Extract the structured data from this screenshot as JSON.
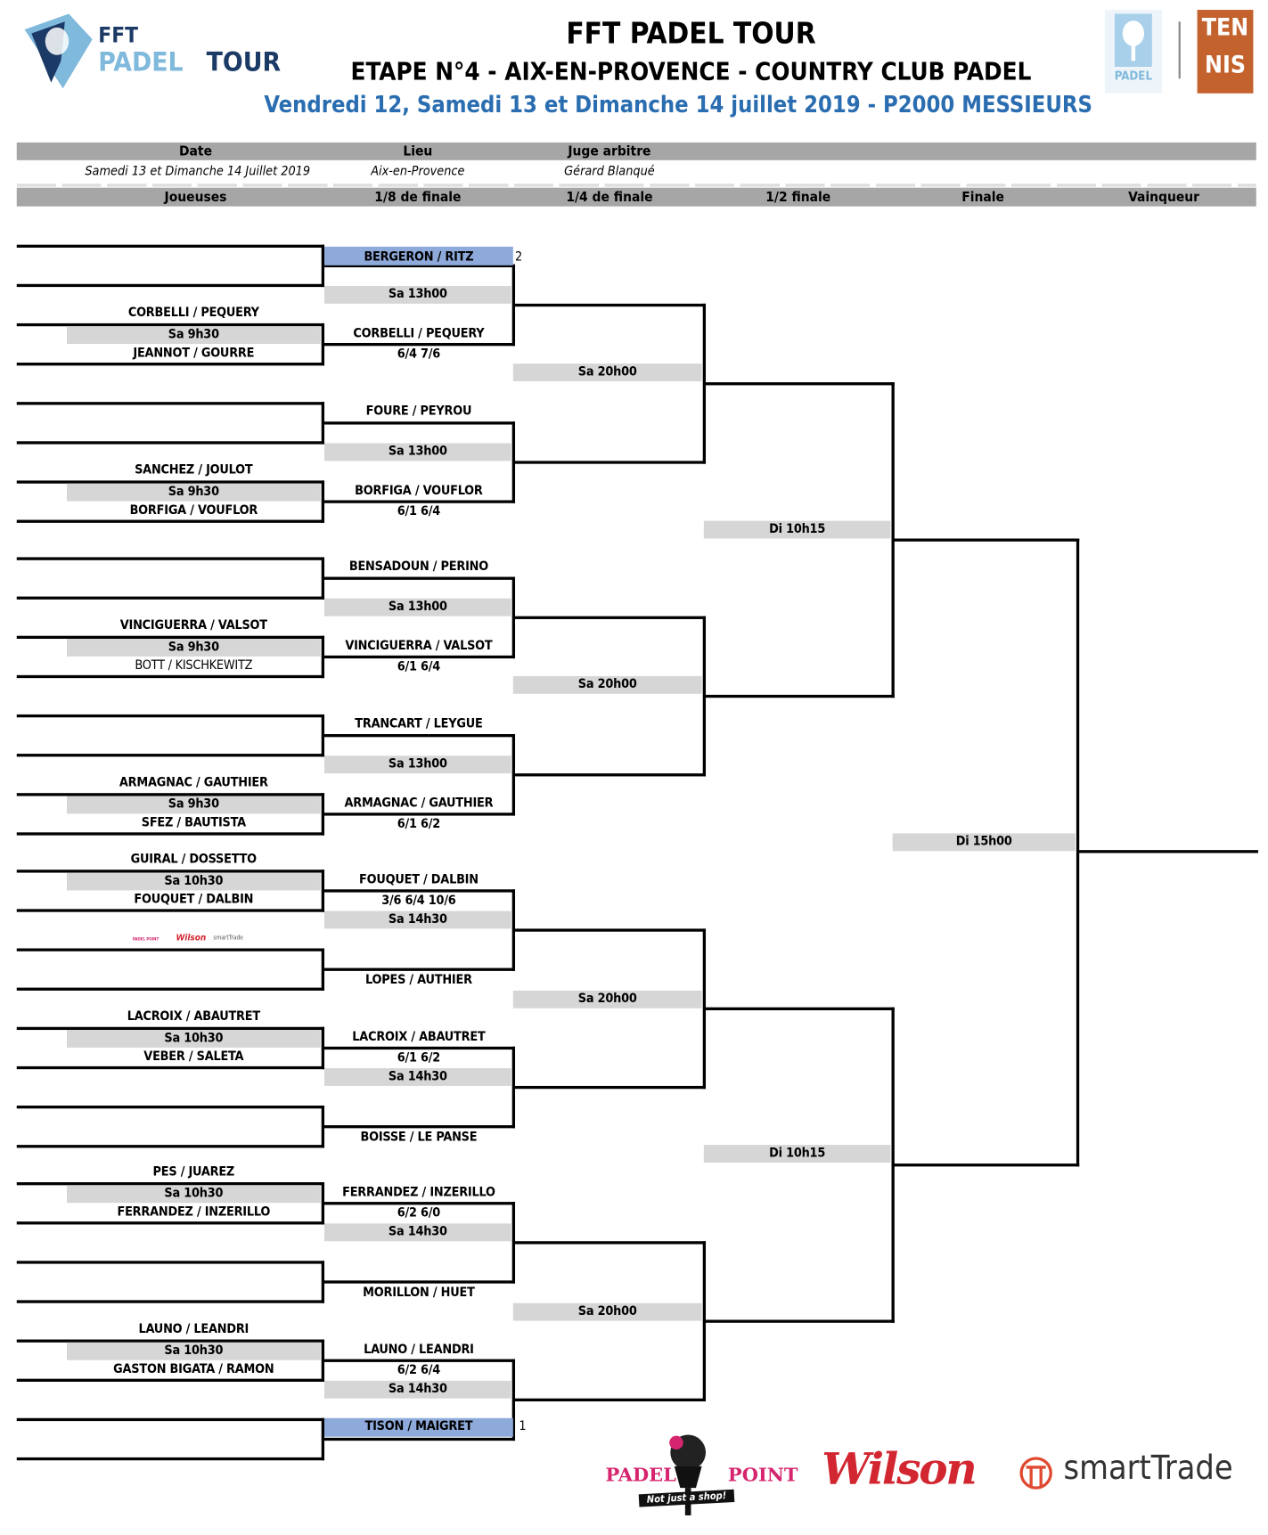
{
  "header": {
    "logo_fft": "FFT",
    "logo_padel_tour_1": "PADEL",
    "logo_padel_tour_2": "TOUR",
    "title": "FFT PADEL TOUR",
    "stage": "ETAPE N°4 - AIX-EN-PROVENCE - COUNTRY CLUB PADEL",
    "subtitle": "Vendredi 12, Samedi 13 et Dimanche 14 juillet 2019 - P2000 MESSIEURS",
    "padel_logo": "PADEL",
    "tennis_logo_1": "TEN",
    "tennis_logo_2": "NIS",
    "subtitle_color": "#2a6db0"
  },
  "info": {
    "labels": [
      "Date",
      "Lieu",
      "Juge arbitre"
    ],
    "values": [
      "Samedi 13 et Dimanche 14 Juillet 2019",
      "Aix-en-Provence",
      "Gérard Blanqué"
    ]
  },
  "columns": [
    "Joueuses",
    "1/8 de finale",
    "1/4 de finale",
    "1/2 finale",
    "Finale",
    "Vainqueur"
  ],
  "first_round": [
    {
      "team1": "CORBELLI / PEQUERY",
      "time": "Sa 9h30",
      "team2": "JEANNOT / GOURRE"
    },
    {
      "team1": "SANCHEZ / JOULOT",
      "time": "Sa 9h30",
      "team2": "BORFIGA / VOUFLOR"
    },
    {
      "team1": "VINCIGUERRA / VALSOT",
      "time": "Sa 9h30",
      "team2": "BOTT / KISCHKEWITZ"
    },
    {
      "team1": "ARMAGNAC / GAUTHIER",
      "time": "Sa 9h30",
      "team2": "SFEZ / BAUTISTA"
    },
    {
      "team1": "GUIRAL / DOSSETTO",
      "time": "Sa 10h30",
      "team2": "FOUQUET / DALBIN"
    },
    {
      "team1": "LACROIX / ABAUTRET",
      "time": "Sa 10h30",
      "team2": "VEBER / SALETA"
    },
    {
      "team1": "PES / JUAREZ",
      "time": "Sa 10h30",
      "team2": "FERRANDEZ / INZERILLO"
    },
    {
      "team1": "LAUNO / LEANDRI",
      "time": "Sa 10h30",
      "team2": "GASTON BIGATA / RAMON"
    }
  ],
  "eighth_finals": [
    {
      "team1": "BERGERON / RITZ",
      "seed": "2",
      "team2": "CORBELLI / PEQUERY",
      "time": "Sa 13h00",
      "score": "6/4 7/6"
    },
    {
      "team1": "FOURE / PEYROU",
      "team2": "BORFIGA / VOUFLOR",
      "time": "Sa 13h00",
      "score": "6/1 6/4"
    },
    {
      "team1": "BENSADOUN / PERINO",
      "team2": "VINCIGUERRA / VALSOT",
      "time": "Sa 13h00",
      "score": "6/1 6/4"
    },
    {
      "team1": "TRANCART / LEYGUE",
      "team2": "ARMAGNAC / GAUTHIER",
      "time": "Sa 13h00",
      "score": "6/1 6/2"
    },
    {
      "team1": "FOUQUET / DALBIN",
      "team2": "LOPES / AUTHIER",
      "time": "Sa 14h30",
      "score": "3/6 6/4 10/6"
    },
    {
      "team1": "LACROIX / ABAUTRET",
      "team2": "BOISSE / LE PANSE",
      "time": "Sa 14h30",
      "score": "6/1 6/2"
    },
    {
      "team1": "FERRANDEZ / INZERILLO",
      "team2": "MORILLON / HUET",
      "time": "Sa 14h30",
      "score": "6/2 6/0"
    },
    {
      "team1": "LAUNO / LEANDRI",
      "team2": "TISON / MAIGRET",
      "seed": "1",
      "time": "Sa 14h30",
      "score": "6/2 6/4"
    }
  ],
  "quarter_finals": [
    {
      "time": "Sa 20h00"
    },
    {
      "time": "Sa 20h00"
    },
    {
      "time": "Sa 20h00"
    },
    {
      "time": "Sa 20h00"
    }
  ],
  "semi_finals": [
    {
      "time": "Di 10h15"
    },
    {
      "time": "Di 10h15"
    }
  ],
  "final": {
    "time": "Di 15h00"
  },
  "sponsors": {
    "padel_point": "PADEL POINT",
    "padel_point_tagline": "Not just a shop!",
    "wilson": "Wilson",
    "smarttrade": "smartTrade"
  },
  "colors": {
    "seed_highlight": "#8eaadb",
    "header_bar": "#a6a6a6",
    "time_box": "#d6d6d6",
    "brand_blue": "#2a6db0",
    "tennis_orange": "#c4622d",
    "wilson_red": "#d22630",
    "padel_pink": "#d6246e"
  }
}
